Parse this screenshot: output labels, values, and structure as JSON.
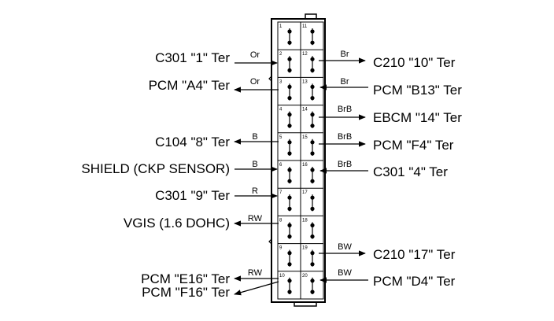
{
  "connector": {
    "pins_left": [
      "1",
      "2",
      "3",
      "4",
      "5",
      "6",
      "7",
      "8",
      "9",
      "10"
    ],
    "pins_right": [
      "11",
      "12",
      "13",
      "14",
      "15",
      "16",
      "17",
      "18",
      "19",
      "20"
    ]
  },
  "left_circuits": [
    {
      "label": "C301 \"1\" Ter",
      "color": "Or",
      "direction": "in"
    },
    {
      "label": "PCM \"A4\" Ter",
      "color": "Or",
      "direction": "out"
    },
    {
      "label": "C104 \"8\" Ter",
      "color": "B",
      "direction": "out"
    },
    {
      "label": "SHIELD (CKP SENSOR)",
      "color": "B",
      "direction": "in"
    },
    {
      "label": "C301 \"9\" Ter",
      "color": "R",
      "direction": "in"
    },
    {
      "label": "VGIS (1.6 DOHC)",
      "color": "RW",
      "direction": "out"
    },
    {
      "label": "PCM \"E16\" Ter",
      "color": "RW",
      "direction": "out"
    },
    {
      "label": "PCM \"F16\" Ter",
      "color": "",
      "direction": "out"
    }
  ],
  "right_circuits": [
    {
      "label": "C210 \"10\" Ter",
      "color": "Br",
      "direction": "out"
    },
    {
      "label": "PCM \"B13\" Ter",
      "color": "Br",
      "direction": "in"
    },
    {
      "label": "EBCM \"14\" Ter",
      "color": "BrB",
      "direction": "out"
    },
    {
      "label": "PCM \"F4\" Ter",
      "color": "BrB",
      "direction": "out"
    },
    {
      "label": "C301 \"4\" Ter",
      "color": "BrB",
      "direction": "in"
    },
    {
      "label": "C210 \"17\" Ter",
      "color": "BW",
      "direction": "out"
    },
    {
      "label": "PCM \"D4\" Ter",
      "color": "BW",
      "direction": "in"
    }
  ]
}
